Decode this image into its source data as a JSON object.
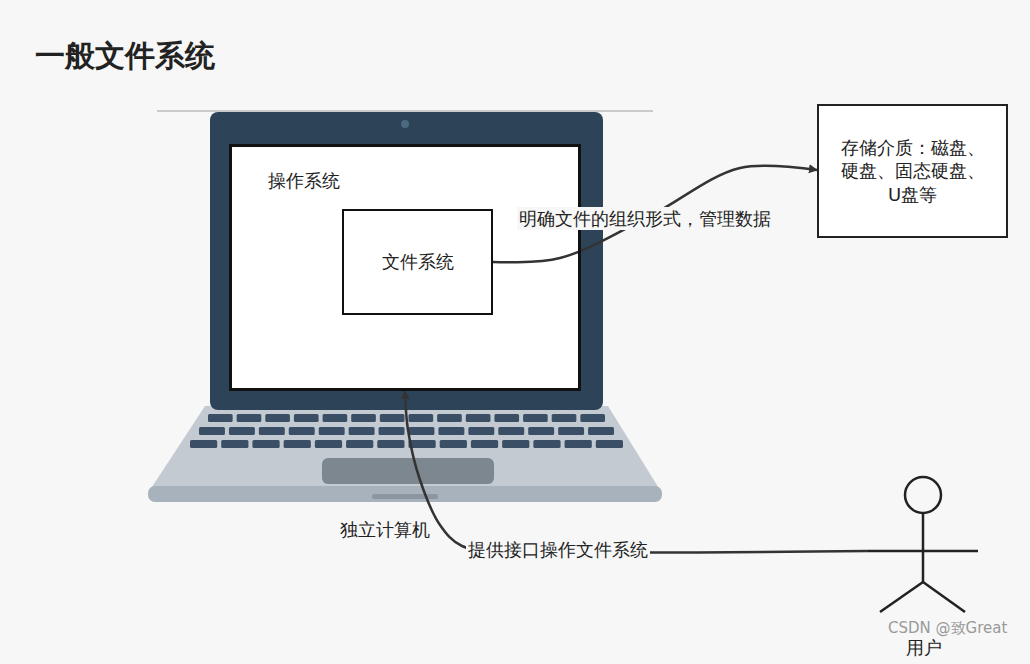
{
  "diagram": {
    "title": "一般文件系统",
    "nodes": [
      {
        "text": [
          "操作系统"
        ]
      },
      {
        "text": [
          "文件系统"
        ],
        "in": 0
      },
      {
        "text": [
          "存储介质：磁盘、硬盘、固态硬盘、U盘等"
        ]
      },
      {
        "text": [
          "用户"
        ]
      }
    ],
    "edges": [
      {
        "from": 1,
        "to": 2,
        "label": "明确文件的组织形式，管理数据",
        "arrow": "to"
      },
      {
        "from": 3,
        "to": 0,
        "label": "提供接口操作文件系统",
        "arrow": "to"
      }
    ],
    "labels": [
      "独立计算机",
      "CSDN @致Great"
    ]
  }
}
